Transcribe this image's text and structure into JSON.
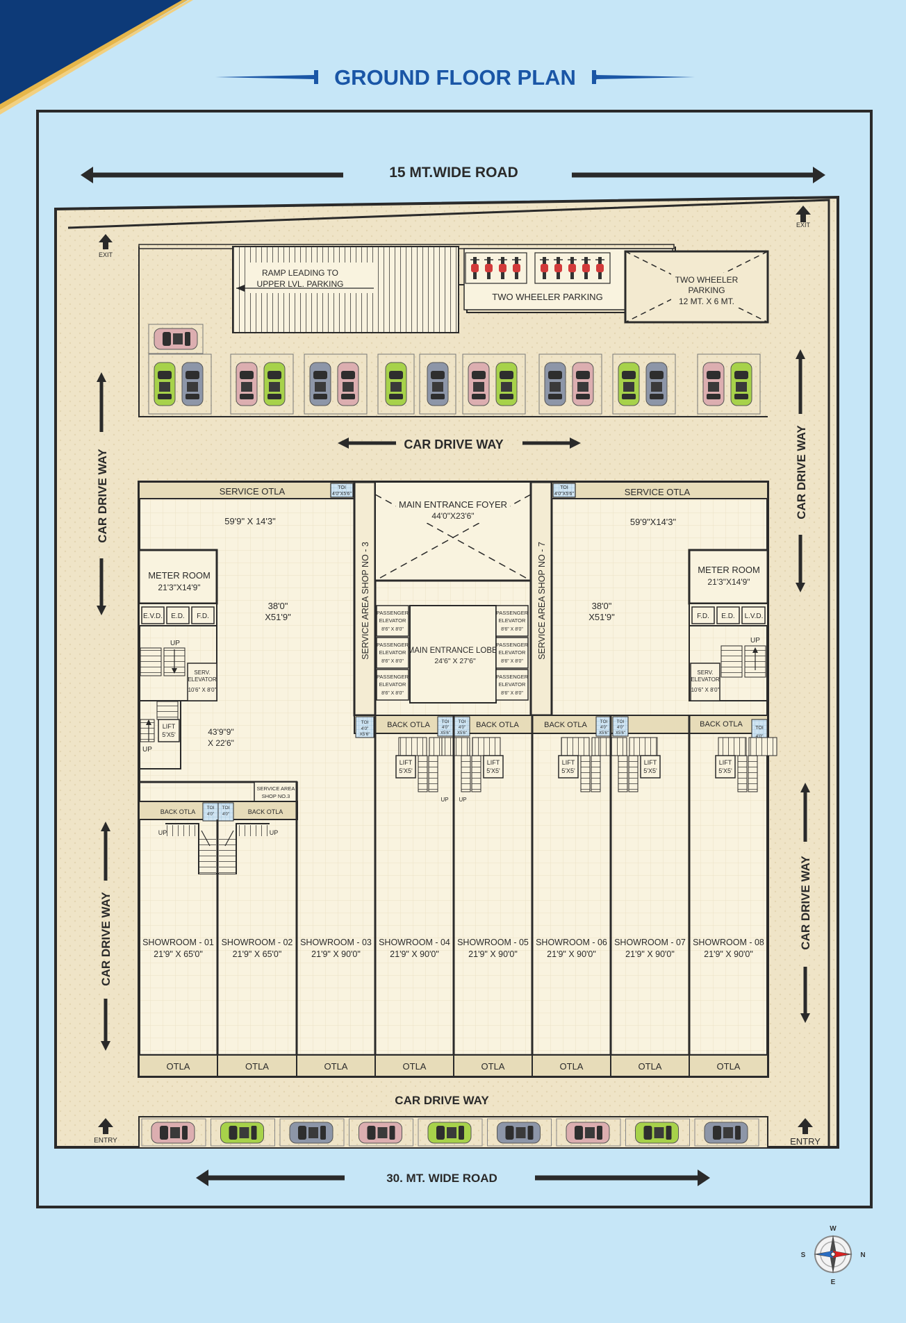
{
  "title": "GROUND FLOOR PLAN",
  "colors": {
    "background": "#c6e6f7",
    "brand_blue": "#1a56a6",
    "navy": "#0d3a78",
    "gold": "#e6b64a",
    "wall": "#2a2a2a",
    "floor": "#efe4c7",
    "room": "#f8f1da",
    "otla": "#e7dcb9"
  },
  "roads": {
    "top": "15 MT.WIDE ROAD",
    "bottom": "30. MT. WIDE ROAD"
  },
  "drive_labels": {
    "car_drive_way": "CAR DRIVE WAY"
  },
  "markers": {
    "exit": "EXIT",
    "entry": "ENTRY",
    "up": "UP"
  },
  "top_area": {
    "ramp": "RAMP LEADING  TO UPPER LVL. PARKING",
    "ramp_line1": "RAMP LEADING  TO",
    "ramp_line2": "UPPER LVL. PARKING",
    "two_wheeler": "TWO WHEELER PARKING",
    "tw_box_line1": "TWO WHEELER",
    "tw_box_line2": "PARKING",
    "tw_box_line3": "12 MT. X 6 MT."
  },
  "center": {
    "foyer_name": "MAIN ENTRANCE FOYER",
    "foyer_size": "44'0\"X23'6\"",
    "lobby_name": "MAIN ENTRANCE LOBBY",
    "lobby_size": "24'6\" X 27'6\"",
    "passenger_elevator_l1": "PASSENGER",
    "passenger_elevator_l2": "ELEVATOR",
    "passenger_elevator_size": "8'6\" X 8'0\"",
    "service_area_3": "SERVICE AREA SHOP NO - 3",
    "service_area_7": "SERVICE AREA SHOP NO - 7"
  },
  "wing": {
    "service_otla": "SERVICE OTLA",
    "toi": "TOI",
    "toi_size": "4'0\"X5'6\"",
    "toi_short": "4'0\"",
    "toi_short2": "X5'6\"",
    "top_room_size": "59'9\" X 14'3\"",
    "top_room_size_right": "59'9\"X14'3\"",
    "big_room_l1": "38'0\"",
    "big_room_l2": "X51'9\"",
    "meter_room": "METER ROOM",
    "meter_room_size": "21'3\"X14'9\"",
    "evd": "E.V.D.",
    "ed": "E.D.",
    "fd": "F.D.",
    "lvd": "L.V.D.",
    "serv_elevator_l1": "SERV.",
    "serv_elevator_l2": "ELEVATOR",
    "serv_elevator_size": "10'6\" X 8'0\"",
    "lift": "LIFT",
    "lift_size": "5'X5'",
    "lower_room_l1": "43'9\"9\"",
    "lower_room_l2": "X 22'6\"",
    "back_otla": "BACK OTLA",
    "service_area_small_l1": "SERVICE AREA",
    "service_area_small_l2": "SHOP NO.3"
  },
  "showrooms": [
    {
      "name": "SHOWROOM - 01",
      "size": "21'9\" X 65'0\""
    },
    {
      "name": "SHOWROOM - 02",
      "size": "21'9\" X 65'0\""
    },
    {
      "name": "SHOWROOM - 03",
      "size": "21'9\" X 90'0\""
    },
    {
      "name": "SHOWROOM - 04",
      "size": "21'9\" X 90'0\""
    },
    {
      "name": "SHOWROOM - 05",
      "size": "21'9\" X 90'0\""
    },
    {
      "name": "SHOWROOM - 06",
      "size": "21'9\" X 90'0\""
    },
    {
      "name": "SHOWROOM - 07",
      "size": "21'9\" X 90'0\""
    },
    {
      "name": "SHOWROOM - 08",
      "size": "21'9\" X 90'0\""
    }
  ],
  "otla_label": "OTLA",
  "compass": {
    "w": "W",
    "s": "S",
    "n": "N",
    "e": "E"
  }
}
